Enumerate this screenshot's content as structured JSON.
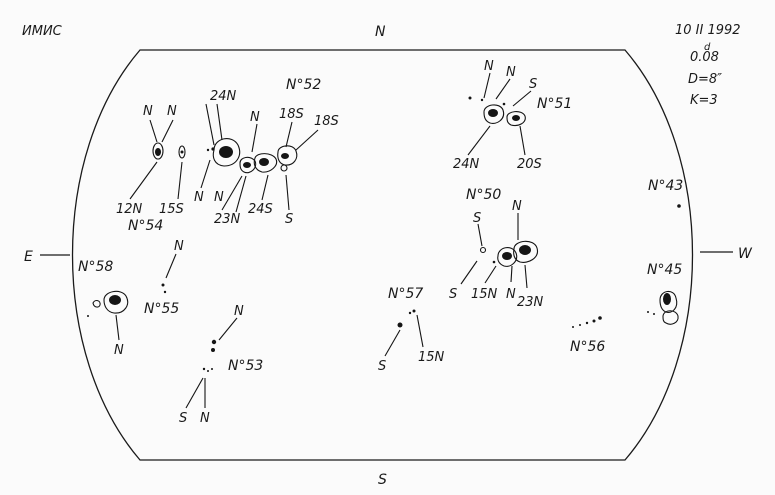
{
  "header": {
    "source": "ИМИС",
    "date": "10 II 1992",
    "time": "0.08",
    "time_sup": "d",
    "diameter": "D=8″",
    "k": "K=3"
  },
  "directions": {
    "north": "N",
    "south": "S",
    "east": "E",
    "west": "W"
  },
  "groups": [
    {
      "id": "52",
      "label": "N°52"
    },
    {
      "id": "51",
      "label": "N°51"
    },
    {
      "id": "54",
      "label": "N°54"
    },
    {
      "id": "50",
      "label": "N°50"
    },
    {
      "id": "43",
      "label": "N°43"
    },
    {
      "id": "58",
      "label": "N°58"
    },
    {
      "id": "55",
      "label": "N°55"
    },
    {
      "id": "45",
      "label": "N°45"
    },
    {
      "id": "57",
      "label": "N°57"
    },
    {
      "id": "53",
      "label": "N°53"
    },
    {
      "id": "56",
      "label": "N°56"
    }
  ],
  "polarities": [
    {
      "id": "p1",
      "text": "N"
    },
    {
      "id": "p2",
      "text": "N"
    },
    {
      "id": "p3",
      "text": "24N"
    },
    {
      "id": "p4",
      "text": "N"
    },
    {
      "id": "p5",
      "text": "18S"
    },
    {
      "id": "p6",
      "text": "18S"
    },
    {
      "id": "p7",
      "text": "12N"
    },
    {
      "id": "p8",
      "text": "15S"
    },
    {
      "id": "p9",
      "text": "N"
    },
    {
      "id": "p10",
      "text": "N"
    },
    {
      "id": "p11",
      "text": "23N"
    },
    {
      "id": "p12",
      "text": "24S"
    },
    {
      "id": "p13",
      "text": "S"
    },
    {
      "id": "p14",
      "text": "N"
    },
    {
      "id": "p15",
      "text": "N"
    },
    {
      "id": "p16",
      "text": "S"
    },
    {
      "id": "p17",
      "text": "24N"
    },
    {
      "id": "p18",
      "text": "20S"
    },
    {
      "id": "p19",
      "text": "S"
    },
    {
      "id": "p20",
      "text": "N"
    },
    {
      "id": "p21",
      "text": "S"
    },
    {
      "id": "p22",
      "text": "15N"
    },
    {
      "id": "p23",
      "text": "N"
    },
    {
      "id": "p24",
      "text": "23N"
    },
    {
      "id": "p25",
      "text": "N"
    },
    {
      "id": "p26",
      "text": "N"
    },
    {
      "id": "p27",
      "text": "N"
    },
    {
      "id": "p28",
      "text": "S"
    },
    {
      "id": "p29",
      "text": "15N"
    },
    {
      "id": "p30",
      "text": "S"
    },
    {
      "id": "p31",
      "text": "N"
    }
  ]
}
